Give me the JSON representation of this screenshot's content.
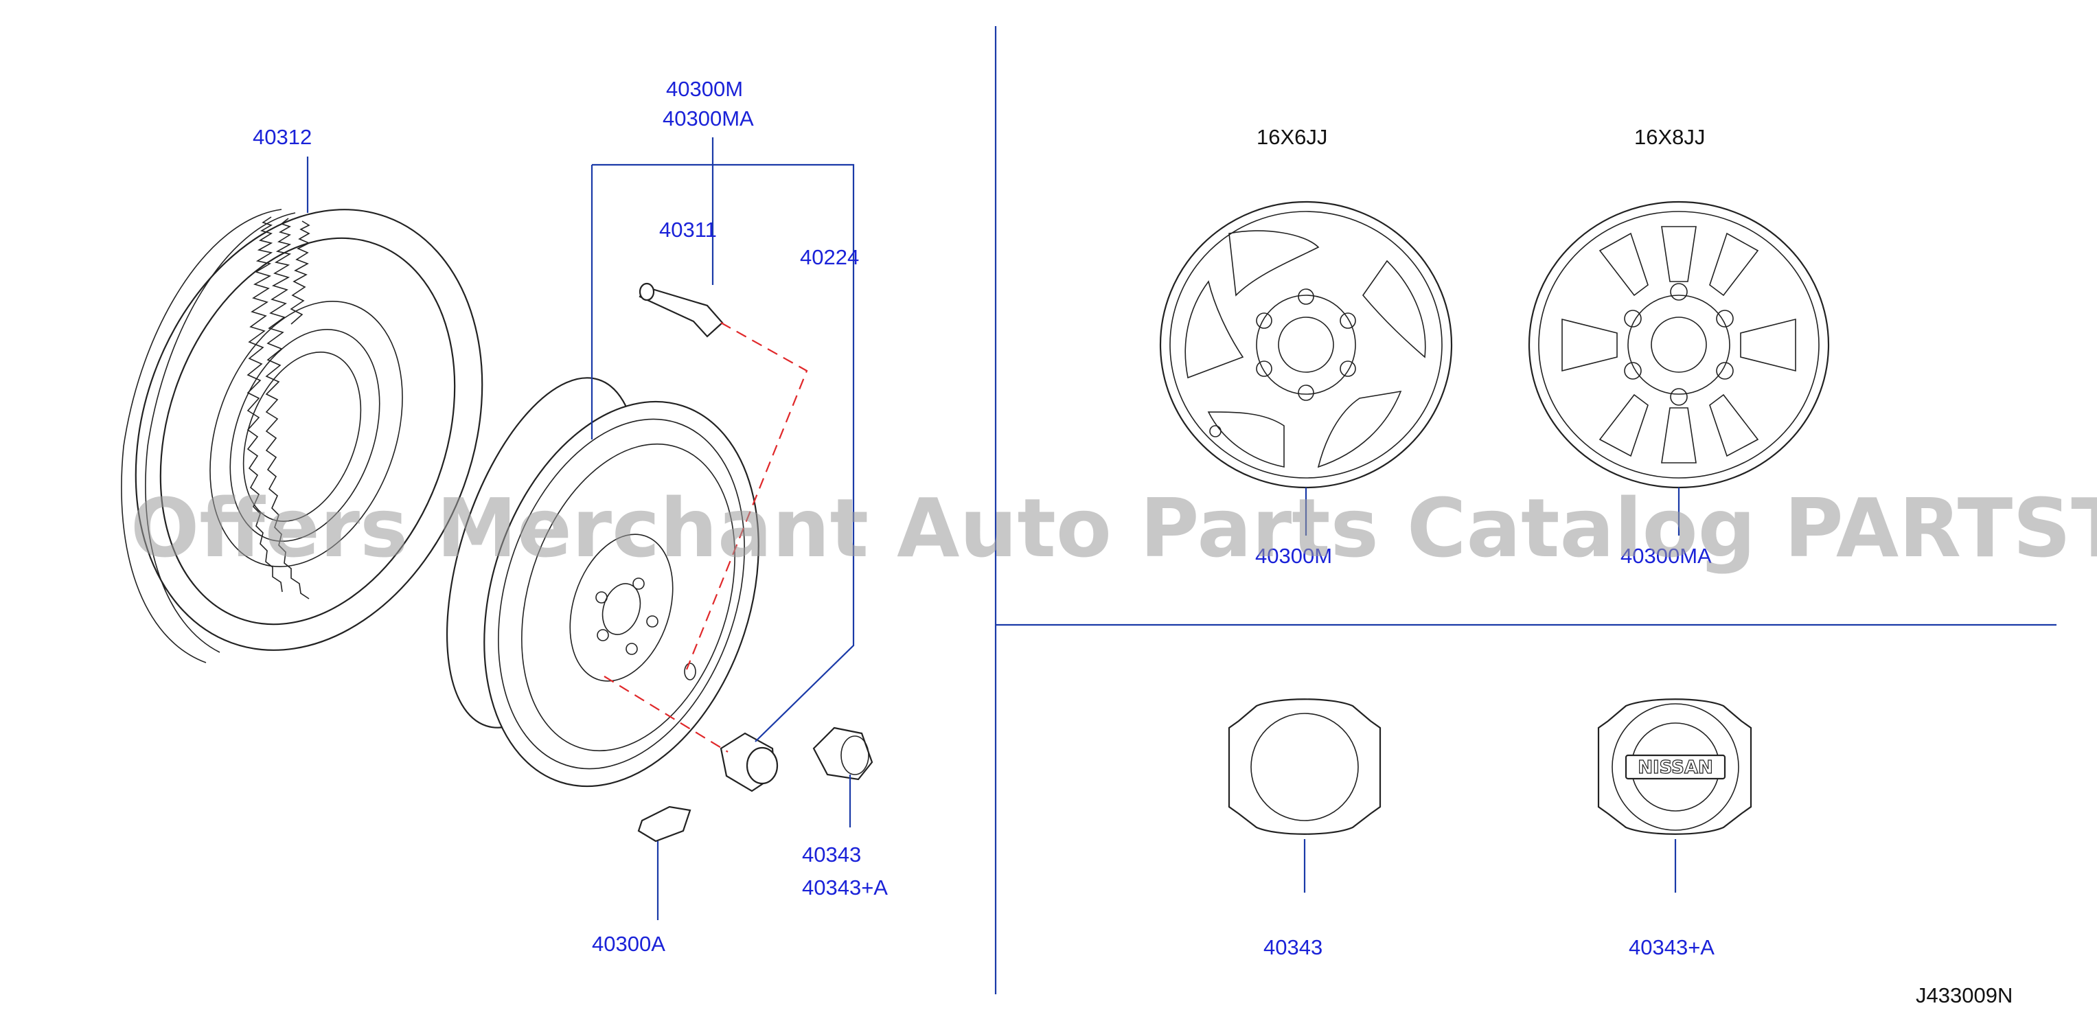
{
  "labels": {
    "tire": "40312",
    "wheel_group_1": "40300M",
    "wheel_group_2": "40300MA",
    "valve": "40311",
    "nut": "40224",
    "cap_left_1": "40343",
    "cap_left_2": "40343+A",
    "weight": "40300A",
    "wheel_6jj_size": "16X6JJ",
    "wheel_8jj_size": "16X8JJ",
    "wheel_6jj_part": "40300M",
    "wheel_8jj_part": "40300MA",
    "cap_plain": "40343",
    "cap_logo": "40343+A",
    "diagram_code": "J433009N",
    "logo_text": "NISSAN"
  },
  "watermark": "Offers Merchant Auto Parts Catalog PARTSTORE.SA",
  "colors": {
    "label_blue": "#1a22d8",
    "leader_blue": "#1a3aa8",
    "dash_red": "#e0282a",
    "line_black": "#222222"
  }
}
